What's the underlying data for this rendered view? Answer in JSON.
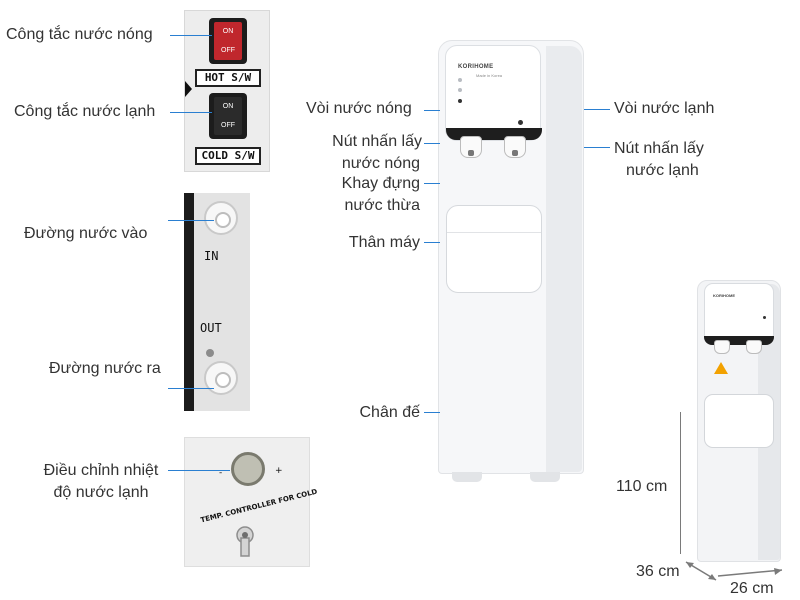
{
  "labels": {
    "hot_switch": "Công tắc nước nóng",
    "cold_switch": "Công tắc nước lạnh",
    "water_in": "Đường nước vào",
    "water_out": "Đường nước ra",
    "temp_adjust_line1": "Điều chỉnh nhiệt",
    "temp_adjust_line2": "độ nước lạnh",
    "hot_tap": "Vòi nước nóng",
    "hot_button_line1": "Nút nhấn lấy",
    "hot_button_line2": "nước nóng",
    "tray_line1": "Khay đựng",
    "tray_line2": "nước thừa",
    "body": "Thân máy",
    "base": "Chân đế",
    "cold_tap": "Vòi nước lạnh",
    "cold_button_line1": "Nút nhấn lấy",
    "cold_button_line2": "nước lạnh"
  },
  "switch_panel": {
    "on": "ON",
    "off": "OFF",
    "hot_plate": "HOT S/W",
    "cold_plate": "COLD S/W"
  },
  "io_panel": {
    "in": "IN",
    "out": "OUT"
  },
  "temp_panel": {
    "controller_text": "TEMP. CONTROLLER FOR COLD",
    "minus": "-",
    "plus": "+"
  },
  "dispenser": {
    "brand": "KORIHOME",
    "tagline": "Made in Korea"
  },
  "dimensions": {
    "height": "110 cm",
    "depth": "36 cm",
    "width": "26 cm"
  },
  "colors": {
    "leader": "#2a7fd1",
    "hot_rocker": "#c0272d",
    "warning": "#f2a100"
  }
}
